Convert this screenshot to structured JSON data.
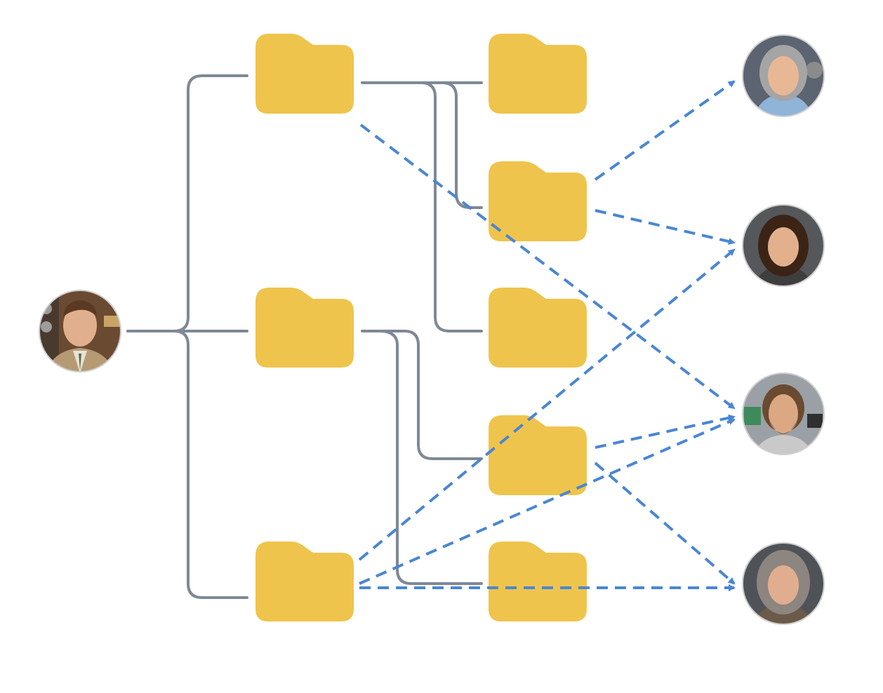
{
  "diagram": {
    "owner": {
      "name": "owner-avatar"
    },
    "folders": [
      {
        "id": "f1",
        "level": 1,
        "row": 1
      },
      {
        "id": "f2",
        "level": 1,
        "row": 2
      },
      {
        "id": "f3",
        "level": 1,
        "row": 3
      },
      {
        "id": "f4",
        "level": 2,
        "row": 1
      },
      {
        "id": "f5",
        "level": 2,
        "row": 2
      },
      {
        "id": "f6",
        "level": 2,
        "row": 3
      },
      {
        "id": "f7",
        "level": 2,
        "row": 4
      },
      {
        "id": "f8",
        "level": 2,
        "row": 5
      }
    ],
    "users": [
      {
        "id": "u1",
        "hair": "#9a9a9a",
        "skin": "#e8b896",
        "shirt": "#8fb4d8"
      },
      {
        "id": "u2",
        "hair": "#3b2416",
        "skin": "#e3b08e",
        "shirt": "#3e3e3e"
      },
      {
        "id": "u3",
        "hair": "#6a4a30",
        "skin": "#dba883",
        "shirt": "#c9c9c9"
      },
      {
        "id": "u4",
        "hair": "#8c8580",
        "skin": "#e0ae8e",
        "shirt": "#6b5a4a"
      }
    ],
    "hierarchy": [
      [
        "owner",
        "f1"
      ],
      [
        "owner",
        "f2"
      ],
      [
        "owner",
        "f3"
      ],
      [
        "f1",
        "f4"
      ],
      [
        "f1",
        "f5"
      ],
      [
        "f1",
        "f6"
      ],
      [
        "f2",
        "f7"
      ],
      [
        "f2",
        "f8"
      ]
    ],
    "shares": [
      [
        "f1",
        "u3"
      ],
      [
        "f5",
        "u1"
      ],
      [
        "f5",
        "u2"
      ],
      [
        "f7",
        "u3"
      ],
      [
        "f7",
        "u4"
      ],
      [
        "f3",
        "u2"
      ],
      [
        "f3",
        "u3"
      ],
      [
        "f3",
        "u4"
      ]
    ],
    "colors": {
      "folder": "#efc44c",
      "tree_line": "#7f8896",
      "share_arrow": "#4a86d4"
    }
  }
}
